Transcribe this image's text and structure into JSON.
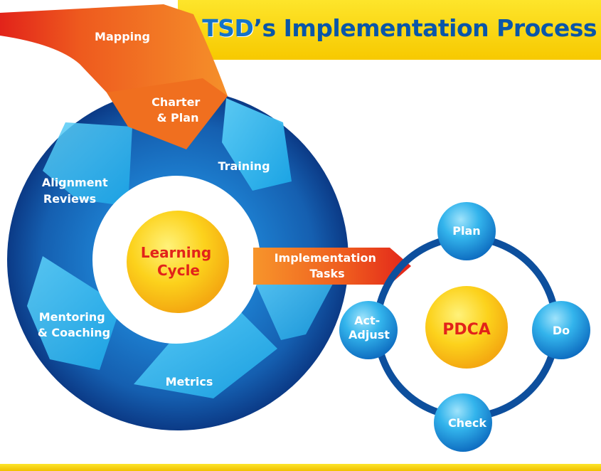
{
  "title": {
    "prefix": "TSD",
    "rest": "’s Implementation Process"
  },
  "cycle": {
    "center_lines": [
      "Learning",
      "Cycle"
    ],
    "steps": [
      {
        "lines": [
          "Mapping"
        ]
      },
      {
        "lines": [
          "Charter",
          "& Plan"
        ]
      },
      {
        "lines": [
          "Training"
        ]
      },
      {
        "lines": [
          "Implementation",
          "Tasks"
        ]
      },
      {
        "lines": [
          "Metrics"
        ]
      },
      {
        "lines": [
          "Mentoring",
          "& Coaching"
        ]
      },
      {
        "lines": [
          "Alignment",
          "Reviews"
        ]
      }
    ]
  },
  "pdca": {
    "center": "PDCA",
    "nodes": {
      "plan": [
        "Plan"
      ],
      "do": [
        "Do"
      ],
      "check": [
        "Check"
      ],
      "act": [
        "Act-",
        "Adjust"
      ]
    }
  },
  "colors": {
    "title_blue": "#0a56a8",
    "banner_yellow": "#fde52b",
    "ring_dark_blue": "#0b3f8f",
    "ring_light_blue": "#29b6ee",
    "arrow_orange": "#f07a1d",
    "arrow_red": "#e2231a",
    "center_yellow": "#fcc814",
    "center_text_red": "#e2231a"
  }
}
